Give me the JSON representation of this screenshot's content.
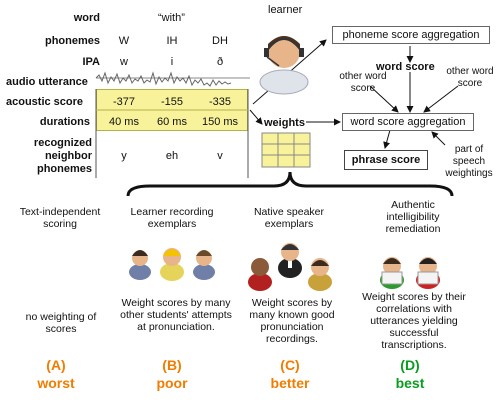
{
  "table": {
    "rows": {
      "word": "word",
      "phonemes": "phonemes",
      "ipa": "IPA",
      "audio": "audio utterance",
      "acoustic": "acoustic score",
      "durations": "durations",
      "recognized": "recognized neighbor phonemes"
    },
    "word_value": "“with”",
    "phonemes": [
      "W",
      "IH",
      "DH"
    ],
    "ipa": [
      "w",
      "i",
      "ð"
    ],
    "acoustic_scores": [
      "-377",
      "-155",
      "-335"
    ],
    "durations": [
      "40 ms",
      "60 ms",
      "150 ms"
    ],
    "recognized": [
      "y",
      "eh",
      "v"
    ]
  },
  "learner_label": "learner",
  "weights_label": "weights",
  "aggregation": {
    "phoneme_box": "phoneme score aggregation",
    "word_score": "word score",
    "other_word_score_left": "other word score",
    "other_word_score_right": "other word score",
    "word_box": "word score aggregation",
    "phrase_box": "phrase score",
    "part_of_speech": "part of speech weightings"
  },
  "columns": [
    {
      "heading": "Text-independent scoring",
      "description": "no weighting of scores",
      "letter": "(A)",
      "rating": "worst",
      "color": "#f07d00"
    },
    {
      "heading": "Learner recording exemplars",
      "description": "Weight scores by many other students' attempts at pronunciation.",
      "letter": "(B)",
      "rating": "poor",
      "color": "#f07d00"
    },
    {
      "heading": "Native speaker exemplars",
      "description": "Weight scores by many known good pronunciation recordings.",
      "letter": "(C)",
      "rating": "better",
      "color": "#f07d00"
    },
    {
      "heading": "Authentic intelligibility remediation",
      "description": "Weight scores by their correlations with utterances yielding successful transcriptions.",
      "letter": "(D)",
      "rating": "best",
      "color": "#0a9d1f"
    }
  ],
  "icons": {
    "learner": "headset-person-icon",
    "learners_group": "learners-group-icon",
    "native_group": "native-speakers-group-icon",
    "remediation_group": "reading-people-icon"
  }
}
